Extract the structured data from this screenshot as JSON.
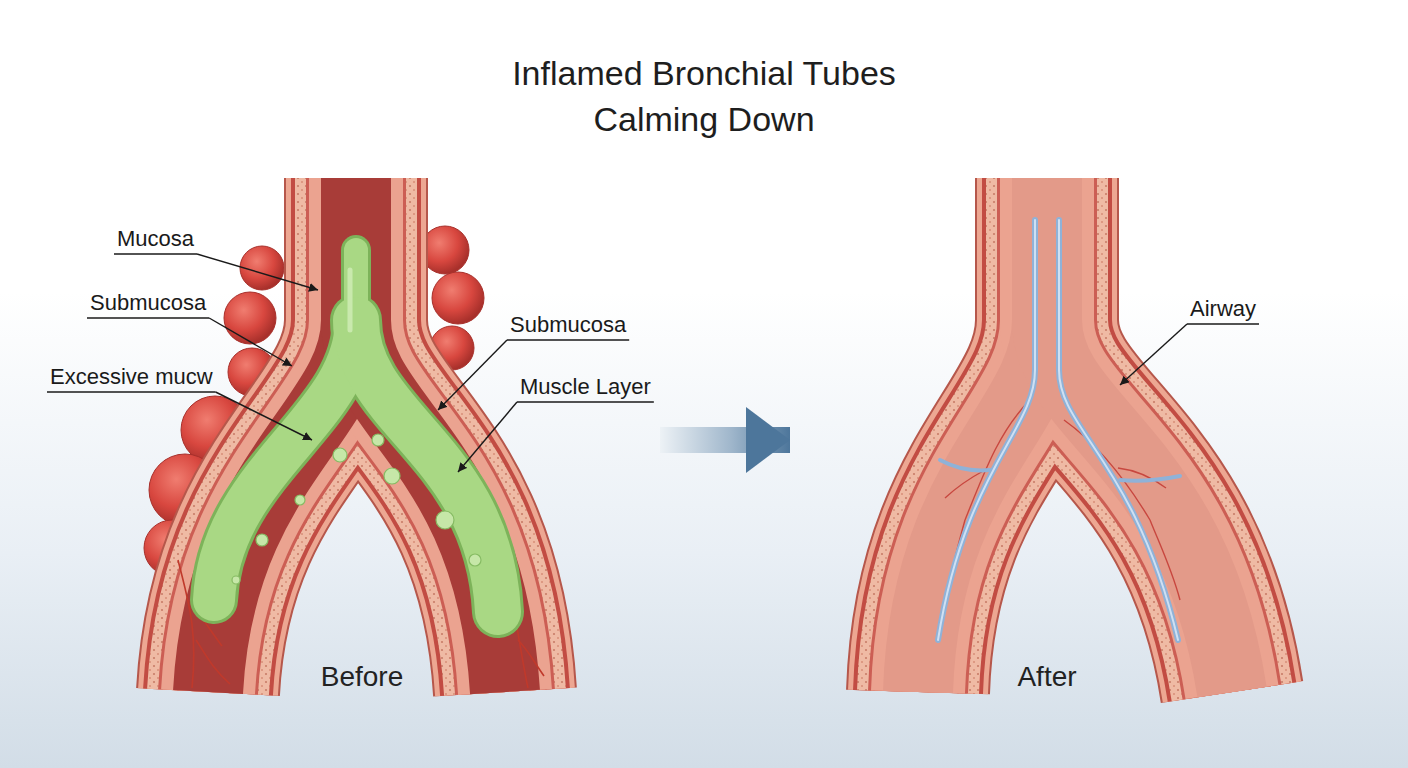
{
  "diagram": {
    "title": "Inflamed Bronchial Tubes Calming Down",
    "nodes": [
      {
        "text": [
          "Before"
        ]
      },
      {
        "text": [
          "After"
        ]
      }
    ],
    "edges": [
      {
        "from": 0,
        "to": 1,
        "arrow": "to"
      }
    ],
    "labels": [
      "Mucosa",
      "Submucosa",
      "Excessive mucw",
      "Submucosa",
      "Muscle Layer",
      "Airway"
    ]
  }
}
